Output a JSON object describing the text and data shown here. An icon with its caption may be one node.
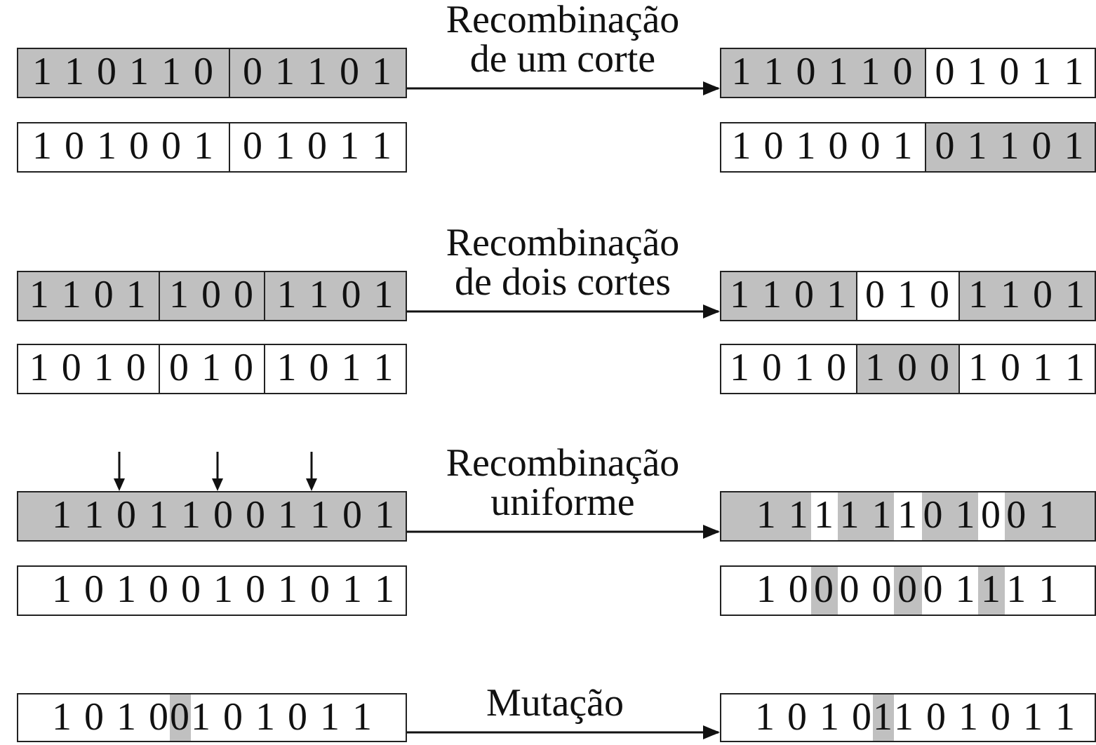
{
  "diagram": {
    "nodes": [
      {
        "text": [
          "1 1 0 1 1 0",
          "0 1 1 0 1"
        ]
      },
      {
        "text": [
          "1 0 1 0 0 1",
          "0 1 0 1 1"
        ]
      },
      {
        "text": [
          "1 1 0 1 1 0",
          "0 1 0 1 1"
        ]
      },
      {
        "text": [
          "1 0 1 0 0 1",
          "0 1 1 0 1"
        ]
      },
      {
        "text": [
          "1 1 0 1",
          "1 0 0",
          "1 1 0 1"
        ]
      },
      {
        "text": [
          "1 0 1 0",
          "0 1 0",
          "1 0 1 1"
        ]
      },
      {
        "text": [
          "1 1 0 1",
          "0 1 0",
          "1 1 0 1"
        ]
      },
      {
        "text": [
          "1 0 1 0",
          "1 0 0",
          "1 0 1 1"
        ]
      },
      {
        "text": [
          "1 1 0 1 1 0 0 1 1 0 1"
        ]
      },
      {
        "text": [
          "1 0 1 0 0 1 0 1 0 1 1"
        ]
      },
      {
        "text": [
          "1 1",
          "1",
          "1 1",
          "1",
          "0 1",
          "0",
          "0 1"
        ]
      },
      {
        "text": [
          "1 0",
          "0",
          "0 0",
          "0",
          "0 1",
          "1",
          "1 1"
        ]
      },
      {
        "text": [
          "1 0 1 0",
          "0",
          "1 0 1 0 1 1"
        ]
      },
      {
        "text": [
          "1 0 1 0",
          "1",
          "1 0 1 0 1 1"
        ]
      }
    ],
    "edges": [
      {
        "from": 0,
        "to": 2,
        "arrow": "to",
        "label": "Recombinação de um corte"
      },
      {
        "from": 4,
        "to": 6,
        "arrow": "to",
        "label": "Recombinação de dois cortes"
      },
      {
        "from": 8,
        "to": 10,
        "arrow": "to",
        "label": "Recombinação uniforme"
      },
      {
        "from": 12,
        "to": 13,
        "arrow": "to",
        "label": "Mutação"
      }
    ]
  }
}
